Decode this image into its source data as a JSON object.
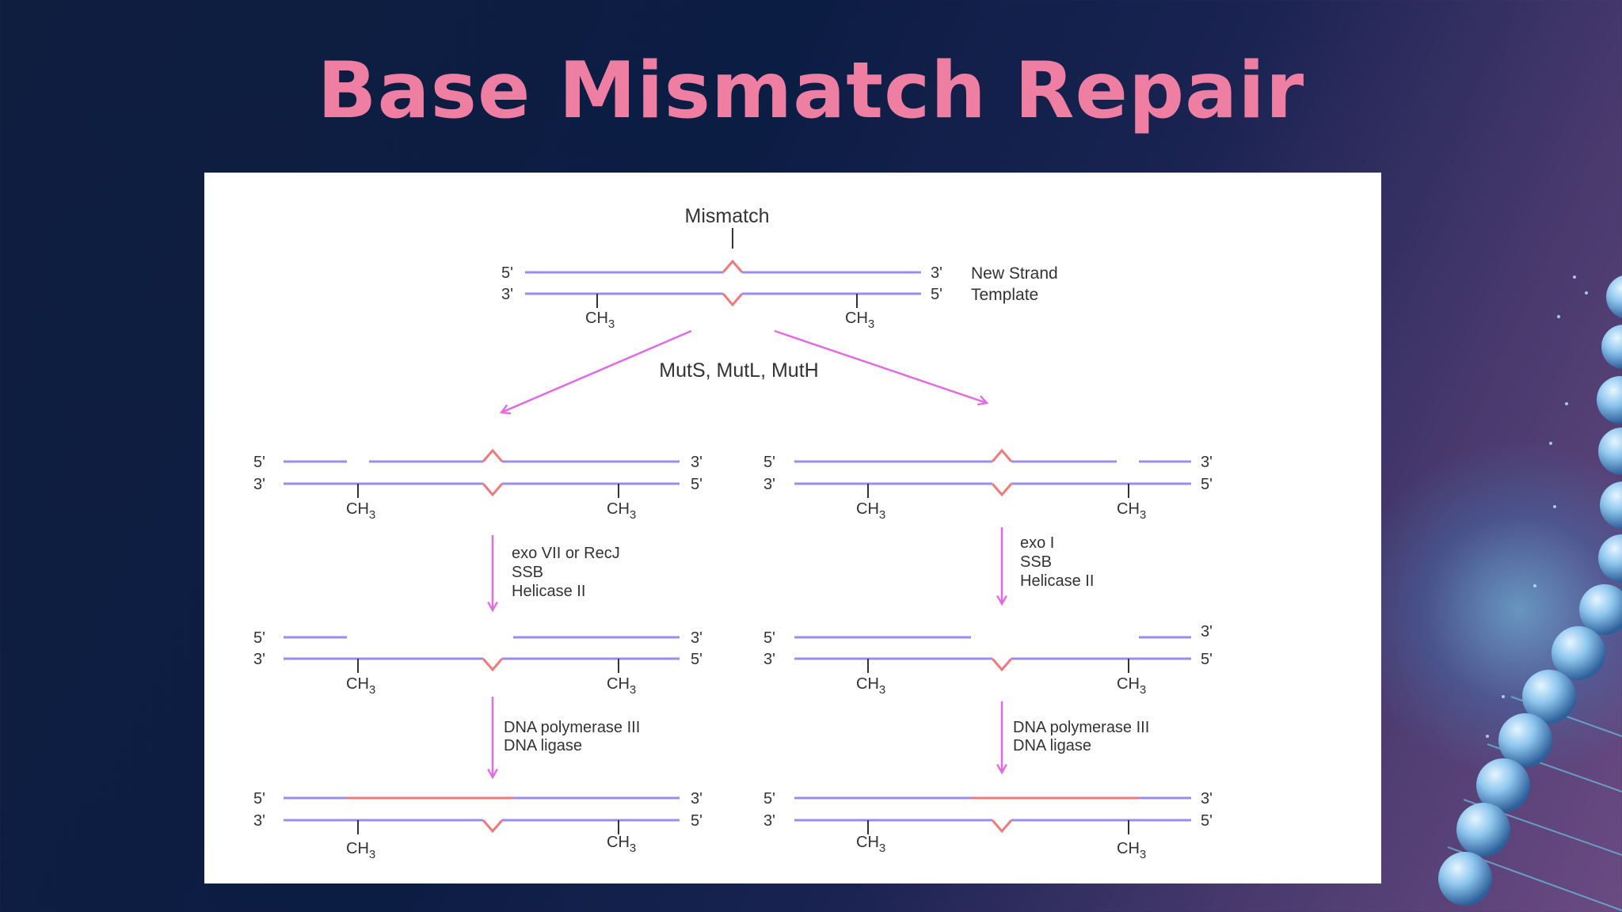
{
  "slide": {
    "title": "Base Mismatch Repair"
  },
  "diagram": {
    "top": {
      "label": "Mismatch",
      "strand_new": "New Strand",
      "strand_template": "Template",
      "end_5": "5'",
      "end_3": "3'",
      "methyl": "CH3"
    },
    "enzymes": "MutS, MutL, MutH",
    "left": {
      "step1": [
        "exo VII or RecJ",
        "SSB",
        "Helicase II"
      ],
      "step2": [
        "DNA polymerase III",
        "DNA ligase"
      ]
    },
    "right": {
      "step1": [
        "exo I",
        "SSB",
        "Helicase II"
      ],
      "step2": [
        "DNA polymerase III",
        "DNA ligase"
      ]
    }
  },
  "colors": {
    "title": "#ef7fa2",
    "strand": "#9b8cf2",
    "mismatch": "#f07a7a",
    "arrow": "#e26be3",
    "panel": "#ffffff"
  }
}
